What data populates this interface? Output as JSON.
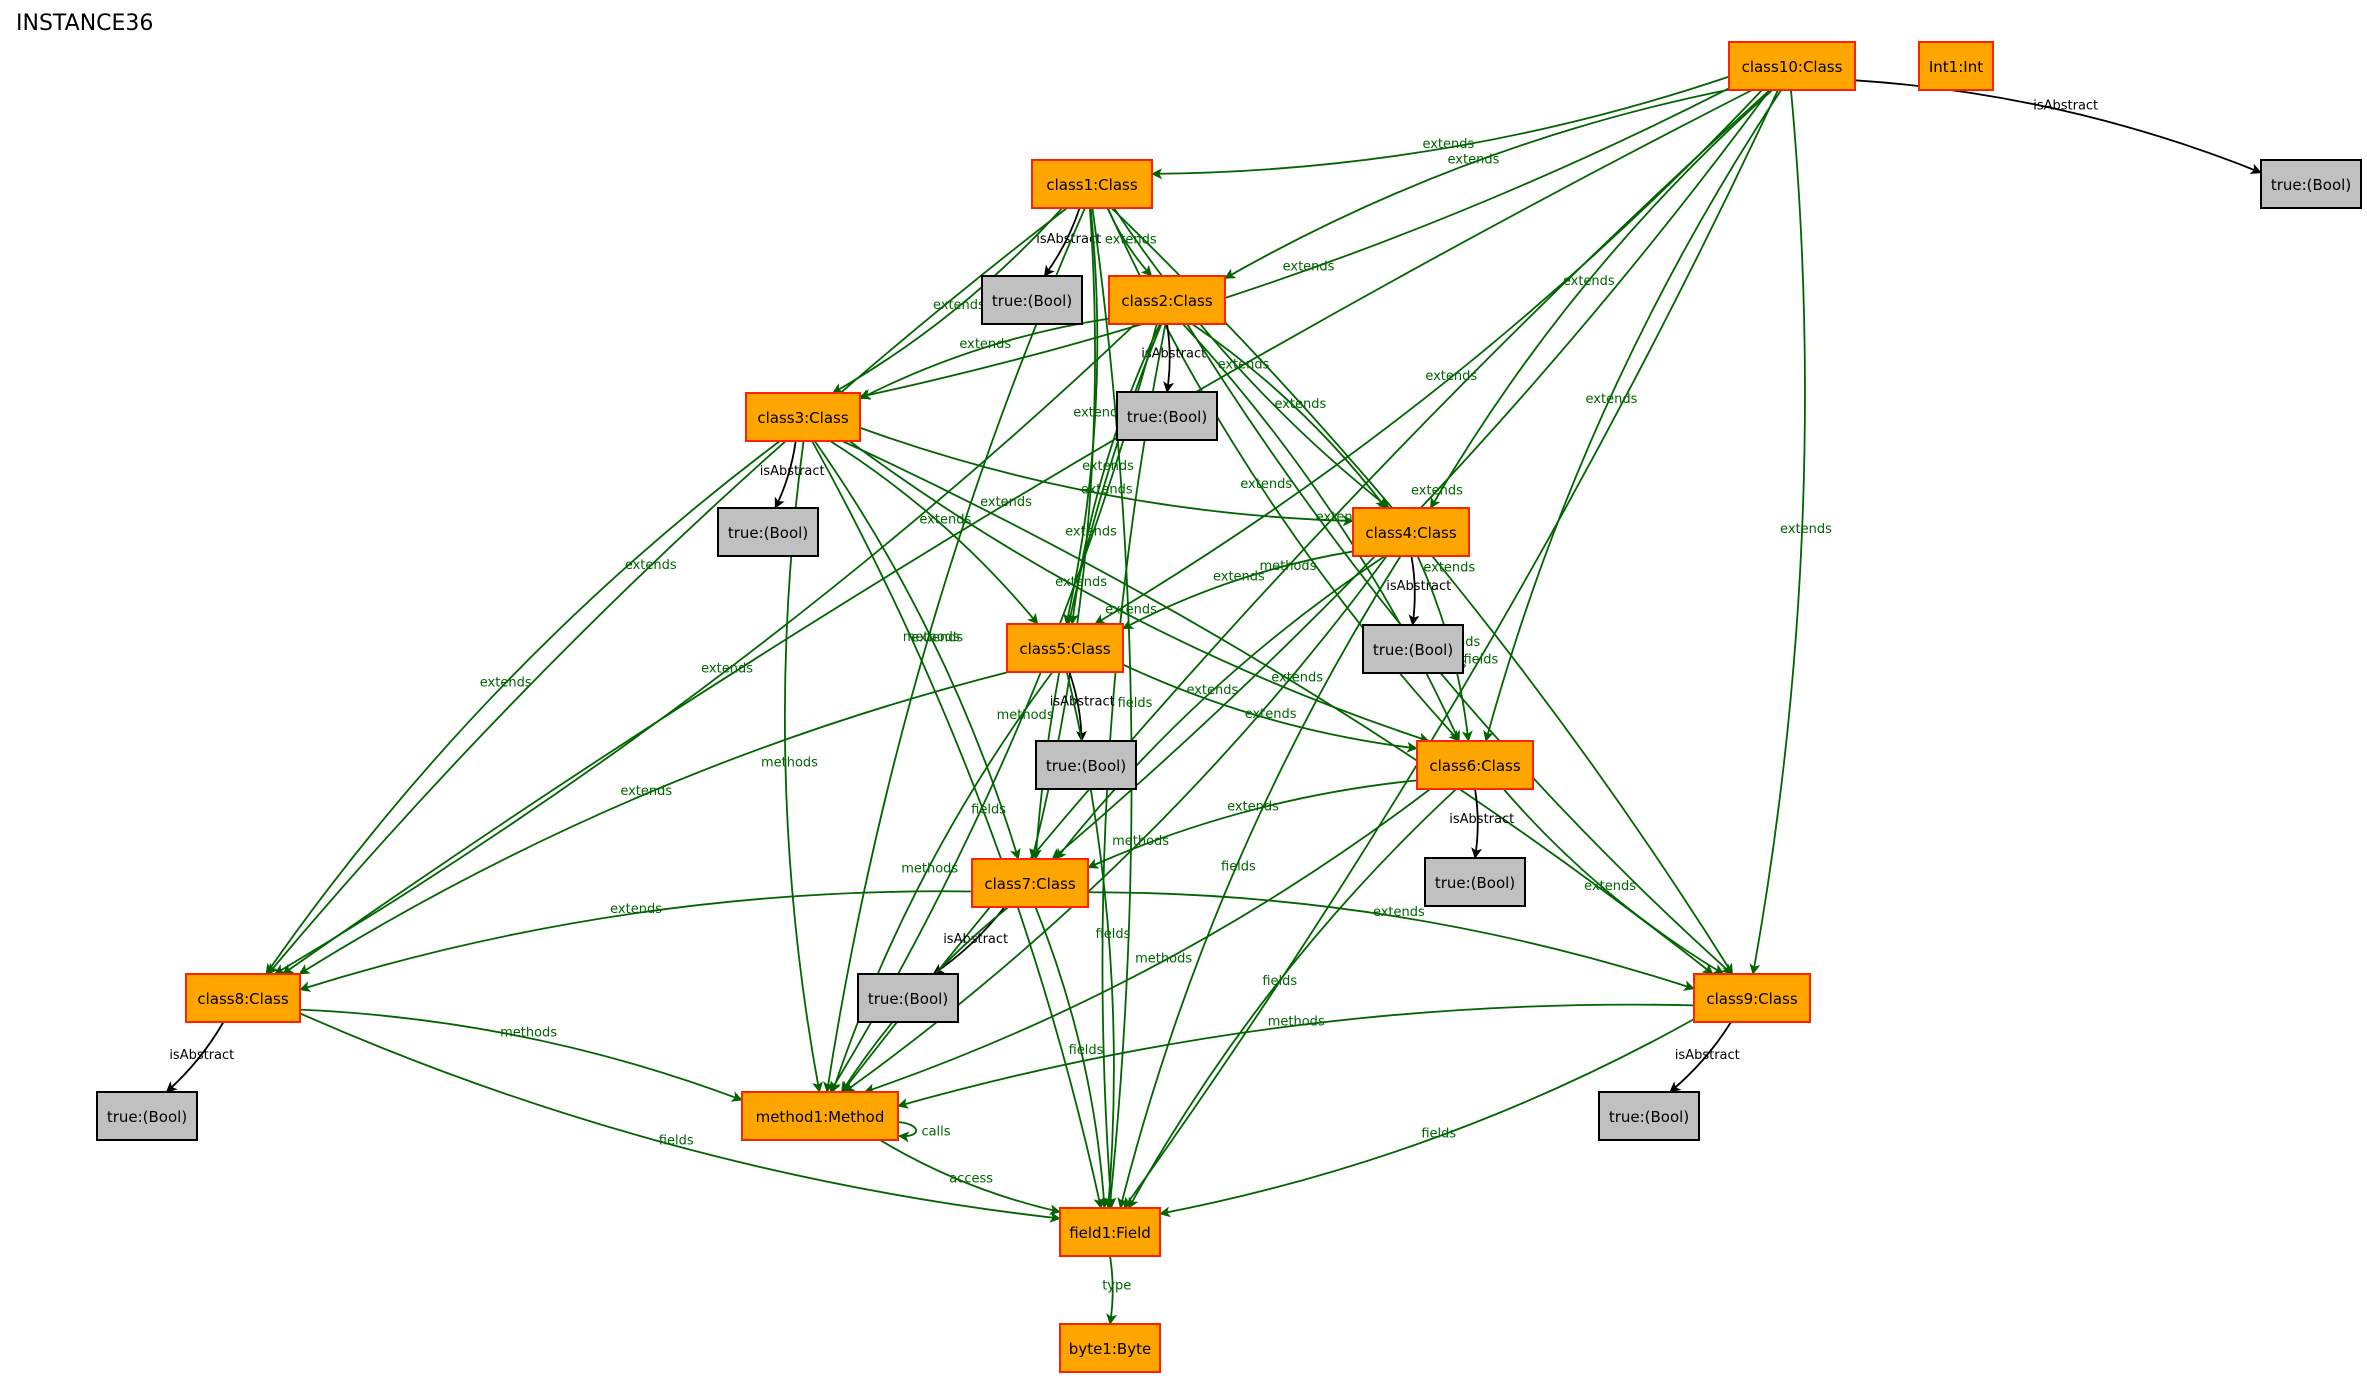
{
  "title": "INSTANCE36",
  "colors": {
    "node_fill": "#ffa500",
    "node_border": "#ff2200",
    "bool_fill": "#c0c0c0",
    "edge_green": "#006400",
    "edge_black": "#000000"
  },
  "nodes": [
    {
      "id": "class10",
      "label": "class10:Class",
      "kind": "class"
    },
    {
      "id": "int1",
      "label": "Int1:Int",
      "kind": "class"
    },
    {
      "id": "b10",
      "label": "true:(Bool)",
      "kind": "bool"
    },
    {
      "id": "class1",
      "label": "class1:Class",
      "kind": "class"
    },
    {
      "id": "b1",
      "label": "true:(Bool)",
      "kind": "bool"
    },
    {
      "id": "class2",
      "label": "class2:Class",
      "kind": "class"
    },
    {
      "id": "b2",
      "label": "true:(Bool)",
      "kind": "bool"
    },
    {
      "id": "class3",
      "label": "class3:Class",
      "kind": "class"
    },
    {
      "id": "b3",
      "label": "true:(Bool)",
      "kind": "bool"
    },
    {
      "id": "class4",
      "label": "class4:Class",
      "kind": "class"
    },
    {
      "id": "b4",
      "label": "true:(Bool)",
      "kind": "bool"
    },
    {
      "id": "class5",
      "label": "class5:Class",
      "kind": "class"
    },
    {
      "id": "b5",
      "label": "true:(Bool)",
      "kind": "bool"
    },
    {
      "id": "class6",
      "label": "class6:Class",
      "kind": "class"
    },
    {
      "id": "b6",
      "label": "true:(Bool)",
      "kind": "bool"
    },
    {
      "id": "class7",
      "label": "class7:Class",
      "kind": "class"
    },
    {
      "id": "b7",
      "label": "true:(Bool)",
      "kind": "bool"
    },
    {
      "id": "class8",
      "label": "class8:Class",
      "kind": "class"
    },
    {
      "id": "b8",
      "label": "true:(Bool)",
      "kind": "bool"
    },
    {
      "id": "class9",
      "label": "class9:Class",
      "kind": "class"
    },
    {
      "id": "b9",
      "label": "true:(Bool)",
      "kind": "bool"
    },
    {
      "id": "method1",
      "label": "method1:Method",
      "kind": "class"
    },
    {
      "id": "field1",
      "label": "field1:Field",
      "kind": "class"
    },
    {
      "id": "byte1",
      "label": "byte1:Byte",
      "kind": "class"
    }
  ],
  "edges": [
    {
      "from": "class10",
      "to": "class1",
      "label": "extends",
      "color": "green"
    },
    {
      "from": "class10",
      "to": "class2",
      "label": "extends",
      "color": "green"
    },
    {
      "from": "class10",
      "to": "class3",
      "label": "extends",
      "color": "green"
    },
    {
      "from": "class10",
      "to": "class4",
      "label": "extends",
      "color": "green"
    },
    {
      "from": "class10",
      "to": "class5",
      "label": "extends",
      "color": "green"
    },
    {
      "from": "class10",
      "to": "class6",
      "label": "extends",
      "color": "green"
    },
    {
      "from": "class10",
      "to": "class7",
      "label": "extends",
      "color": "green"
    },
    {
      "from": "class10",
      "to": "class8",
      "label": "extends",
      "color": "green"
    },
    {
      "from": "class10",
      "to": "class9",
      "label": "extends",
      "color": "green"
    },
    {
      "from": "class10",
      "to": "method1",
      "label": "methods",
      "color": "green"
    },
    {
      "from": "class10",
      "to": "field1",
      "label": "fields",
      "color": "green"
    },
    {
      "from": "class10",
      "to": "b10",
      "label": "isAbstract",
      "color": "black"
    },
    {
      "from": "class1",
      "to": "b1",
      "label": "isAbstract",
      "color": "black"
    },
    {
      "from": "class1",
      "to": "class2",
      "label": "extends",
      "color": "green"
    },
    {
      "from": "class1",
      "to": "class3",
      "label": "extends",
      "color": "green"
    },
    {
      "from": "class1",
      "to": "class4",
      "label": "extends",
      "color": "green"
    },
    {
      "from": "class1",
      "to": "class5",
      "label": "extends",
      "color": "green"
    },
    {
      "from": "class1",
      "to": "class6",
      "label": "extends",
      "color": "green"
    },
    {
      "from": "class1",
      "to": "class7",
      "label": "extends",
      "color": "green"
    },
    {
      "from": "class1",
      "to": "class8",
      "label": "extends",
      "color": "green"
    },
    {
      "from": "class1",
      "to": "class9",
      "label": "extends",
      "color": "green"
    },
    {
      "from": "class1",
      "to": "method1",
      "label": "methods",
      "color": "green"
    },
    {
      "from": "class1",
      "to": "field1",
      "label": "fields",
      "color": "green"
    },
    {
      "from": "class2",
      "to": "b2",
      "label": "isAbstract",
      "color": "black"
    },
    {
      "from": "class2",
      "to": "class3",
      "label": "extends",
      "color": "green"
    },
    {
      "from": "class2",
      "to": "class4",
      "label": "extends",
      "color": "green"
    },
    {
      "from": "class2",
      "to": "class5",
      "label": "extends",
      "color": "green"
    },
    {
      "from": "class2",
      "to": "class6",
      "label": "extends",
      "color": "green"
    },
    {
      "from": "class2",
      "to": "class7",
      "label": "extends",
      "color": "green"
    },
    {
      "from": "class2",
      "to": "class8",
      "label": "extends",
      "color": "green"
    },
    {
      "from": "class2",
      "to": "class9",
      "label": "extends",
      "color": "green"
    },
    {
      "from": "class2",
      "to": "method1",
      "label": "methods",
      "color": "green"
    },
    {
      "from": "class2",
      "to": "field1",
      "label": "fields",
      "color": "green"
    },
    {
      "from": "class3",
      "to": "b3",
      "label": "isAbstract",
      "color": "black"
    },
    {
      "from": "class3",
      "to": "class4",
      "label": "extends",
      "color": "green"
    },
    {
      "from": "class3",
      "to": "class5",
      "label": "extends",
      "color": "green"
    },
    {
      "from": "class3",
      "to": "class6",
      "label": "extends",
      "color": "green"
    },
    {
      "from": "class3",
      "to": "class7",
      "label": "extends",
      "color": "green"
    },
    {
      "from": "class3",
      "to": "class8",
      "label": "extends",
      "color": "green"
    },
    {
      "from": "class3",
      "to": "class9",
      "label": "extends",
      "color": "green"
    },
    {
      "from": "class3",
      "to": "method1",
      "label": "methods",
      "color": "green"
    },
    {
      "from": "class3",
      "to": "field1",
      "label": "fields",
      "color": "green"
    },
    {
      "from": "class4",
      "to": "b4",
      "label": "isAbstract",
      "color": "black"
    },
    {
      "from": "class4",
      "to": "class5",
      "label": "extends",
      "color": "green"
    },
    {
      "from": "class4",
      "to": "class6",
      "label": "extends",
      "color": "green"
    },
    {
      "from": "class4",
      "to": "class7",
      "label": "extends",
      "color": "green"
    },
    {
      "from": "class4",
      "to": "method1",
      "label": "methods",
      "color": "green"
    },
    {
      "from": "class4",
      "to": "field1",
      "label": "fields",
      "color": "green"
    },
    {
      "from": "class5",
      "to": "b5",
      "label": "isAbstract",
      "color": "black"
    },
    {
      "from": "class5",
      "to": "class6",
      "label": "extends",
      "color": "green"
    },
    {
      "from": "class5",
      "to": "class8",
      "label": "extends",
      "color": "green"
    },
    {
      "from": "class5",
      "to": "method1",
      "label": "methods",
      "color": "green"
    },
    {
      "from": "class5",
      "to": "field1",
      "label": "fields",
      "color": "green"
    },
    {
      "from": "class6",
      "to": "b6",
      "label": "isAbstract",
      "color": "black"
    },
    {
      "from": "class6",
      "to": "class7",
      "label": "extends",
      "color": "green"
    },
    {
      "from": "class6",
      "to": "class9",
      "label": "extends",
      "color": "green"
    },
    {
      "from": "class6",
      "to": "method1",
      "label": "methods",
      "color": "green"
    },
    {
      "from": "class6",
      "to": "field1",
      "label": "fields",
      "color": "green"
    },
    {
      "from": "class7",
      "to": "b7",
      "label": "isAbstract",
      "color": "black"
    },
    {
      "from": "class7",
      "to": "class8",
      "label": "extends",
      "color": "green"
    },
    {
      "from": "class7",
      "to": "class9",
      "label": "extends",
      "color": "green"
    },
    {
      "from": "class7",
      "to": "method1",
      "label": "methods",
      "color": "green"
    },
    {
      "from": "class7",
      "to": "field1",
      "label": "fields",
      "color": "green"
    },
    {
      "from": "class8",
      "to": "b8",
      "label": "isAbstract",
      "color": "black"
    },
    {
      "from": "class8",
      "to": "method1",
      "label": "methods",
      "color": "green"
    },
    {
      "from": "class8",
      "to": "field1",
      "label": "fields",
      "color": "green"
    },
    {
      "from": "class9",
      "to": "b9",
      "label": "isAbstract",
      "color": "black"
    },
    {
      "from": "class9",
      "to": "method1",
      "label": "methods",
      "color": "green"
    },
    {
      "from": "class9",
      "to": "field1",
      "label": "fields",
      "color": "green"
    },
    {
      "from": "method1",
      "to": "method1",
      "label": "calls",
      "color": "green"
    },
    {
      "from": "method1",
      "to": "field1",
      "label": "access",
      "color": "green"
    },
    {
      "from": "field1",
      "to": "byte1",
      "label": "type",
      "color": "green"
    }
  ]
}
